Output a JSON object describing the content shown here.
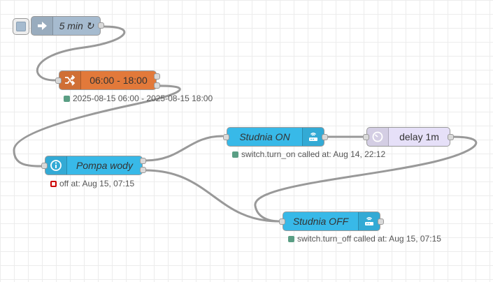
{
  "nodes": {
    "inject": {
      "label": "5 min ↻",
      "color": "#a6bbcf"
    },
    "switch": {
      "label": "06:00 - 18:00",
      "color": "#e2793a",
      "status": "2025-08-15 06:00 - 2025-08-15 18:00",
      "status_color": "green"
    },
    "pompa": {
      "label": "Pompa wody",
      "color": "#38b9e8",
      "status": "off at: Aug 15, 07:15",
      "status_color": "red"
    },
    "studnia_on": {
      "label": "Studnia ON",
      "color": "#38b9e8",
      "status": "switch.turn_on called at: Aug 14, 22:12",
      "status_color": "green"
    },
    "delay": {
      "label": "delay 1m",
      "color": "#e6e0f8"
    },
    "studnia_off": {
      "label": "Studnia OFF",
      "color": "#38b9e8",
      "status": "switch.turn_off called at: Aug 15, 07:15",
      "status_color": "green"
    }
  },
  "icons": {
    "inject": "arrow-right-icon",
    "switch": "shuffle-icon",
    "pompa": "info-icon",
    "studnia_on": "router-icon",
    "delay": "timer-icon",
    "studnia_off": "router-icon"
  },
  "colors": {
    "wire": "#999999",
    "grid": "#ececec",
    "status_green": "#5a9e84",
    "status_red": "#cc0000"
  }
}
